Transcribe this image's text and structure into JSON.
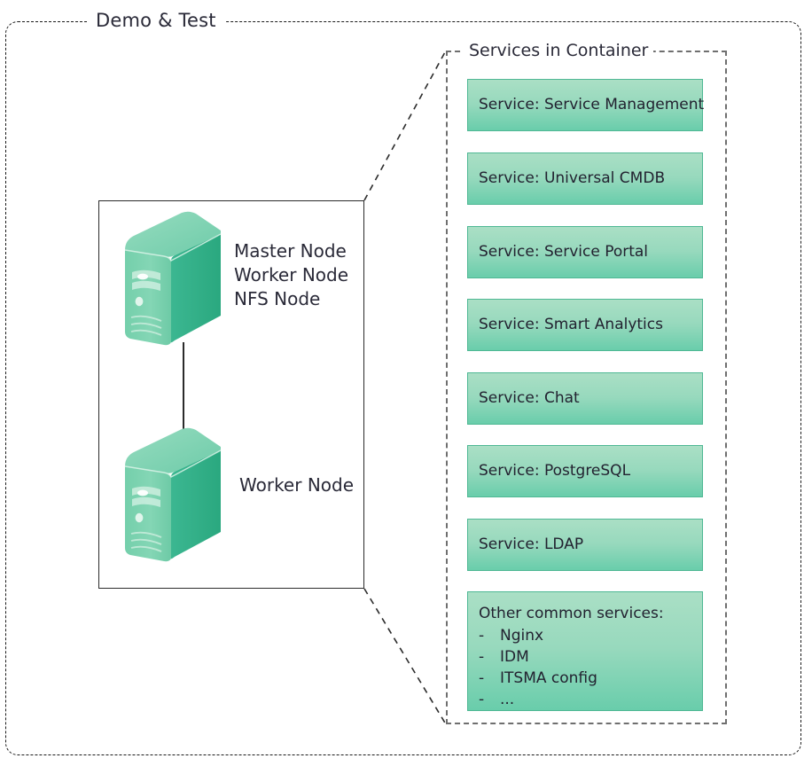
{
  "diagram": {
    "outer": {
      "title": "Demo & Test",
      "border_color": "#1a1a1a",
      "style": "dashed-rounded"
    },
    "node_box": {
      "name": "node-group",
      "border_color": "#2b2b2b",
      "servers": [
        {
          "icon": "server-tower-icon",
          "label": "Master Node\nWorker Node\nNFS Node"
        },
        {
          "icon": "server-tower-icon",
          "label": "Worker Node"
        }
      ]
    },
    "services_container": {
      "title": "Services in Container",
      "border_color": "#6f6f6f",
      "style": "dashed",
      "services": [
        {
          "label": "Service: Service Management"
        },
        {
          "label": "Service: Universal CMDB"
        },
        {
          "label": "Service: Service Portal"
        },
        {
          "label": "Service: Smart Analytics"
        },
        {
          "label": "Service: Chat"
        },
        {
          "label": "Service: PostgreSQL"
        },
        {
          "label": "Service: LDAP"
        }
      ],
      "other_services": {
        "title": "Other common services:",
        "bullet": "-",
        "items": [
          "Nginx",
          "IDM",
          "ITSMA config",
          "..."
        ]
      }
    },
    "colors": {
      "service_fill_top": "#aadfc5",
      "service_fill_bottom": "#69cdab",
      "service_border": "#4fb894",
      "server_front": "#7fd2b0",
      "server_side": "#35b189",
      "server_top": "#8fd9bb",
      "text": "#2a2a38",
      "dashed_outer": "#1a1a1a",
      "dashed_inner": "#6f6f6f"
    }
  }
}
